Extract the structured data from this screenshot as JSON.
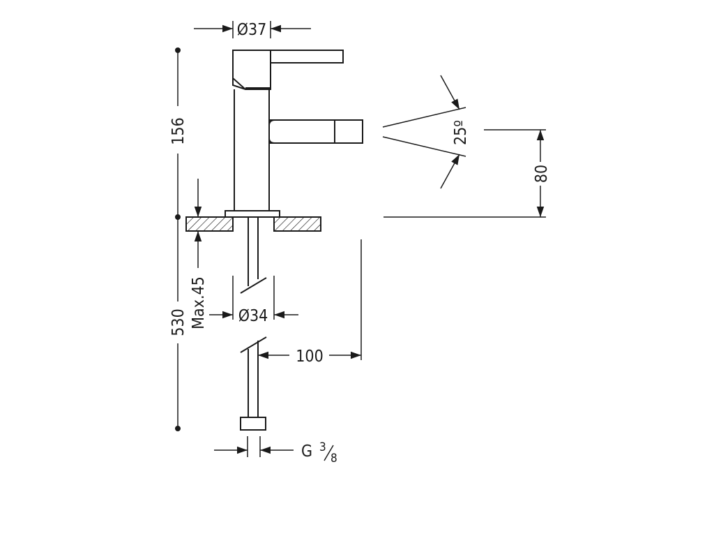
{
  "dimensions": {
    "top_diameter": "Ø37",
    "height_total": "156",
    "spout_height": "80",
    "spray_angle": "25º",
    "max_thickness": "Max.45",
    "hose_length": "530",
    "hole_diameter": "Ø34",
    "distance": "100",
    "thread_prefix": "G",
    "thread_numerator": "3",
    "thread_denominator": "8"
  }
}
